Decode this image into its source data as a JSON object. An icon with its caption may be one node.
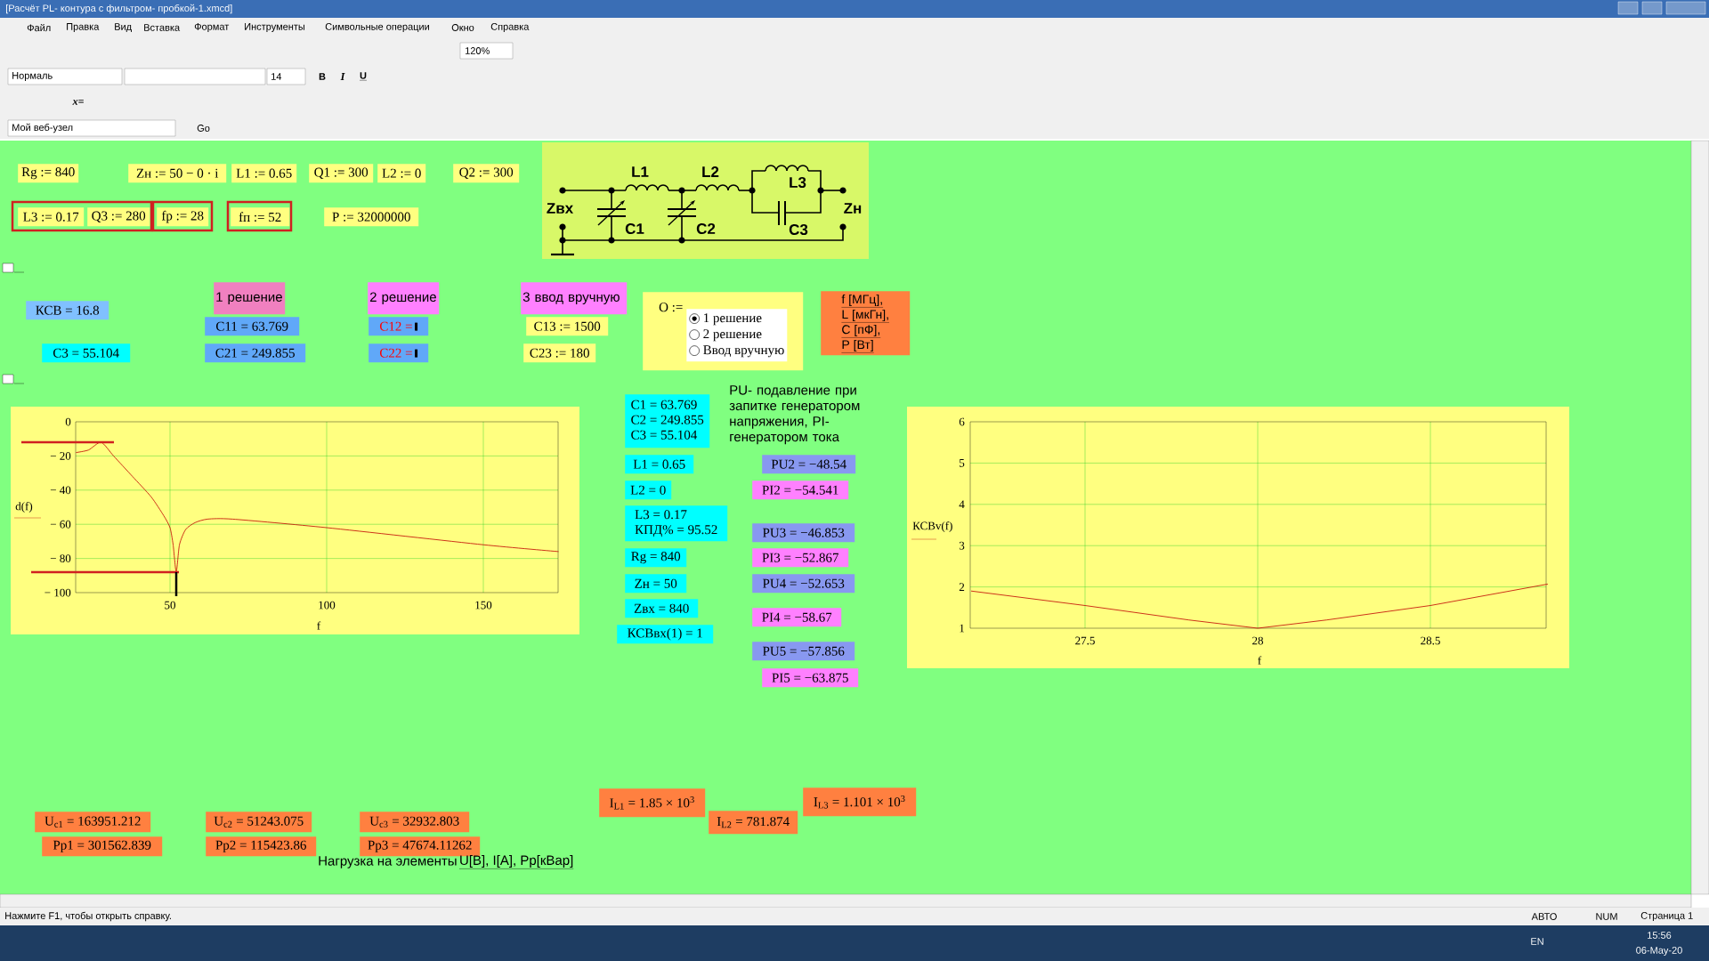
{
  "diagram": {
    "title": "[Расчёт PL- контура с фильтром- пробкой-1.xmcd]",
    "nodes": [
      {
        "text": [
          "Rg := 840"
        ]
      },
      {
        "text": [
          "Zн := 50 − 0 · i"
        ]
      },
      {
        "text": [
          "L1 := 0.65"
        ]
      },
      {
        "text": [
          "Q1 := 300"
        ]
      },
      {
        "text": [
          "L2 := 0"
        ]
      },
      {
        "text": [
          "Q2 := 300"
        ]
      },
      {
        "text": [
          "L3 := 0.17"
        ]
      },
      {
        "text": [
          "Q3 := 280"
        ]
      },
      {
        "text": [
          "fр := 28"
        ]
      },
      {
        "text": [
          "fп := 52"
        ]
      },
      {
        "text": [
          "P := 32000000"
        ]
      },
      {
        "text": [
          "КСВ = 16.8"
        ]
      },
      {
        "text": [
          "1 решение"
        ]
      },
      {
        "text": [
          "2 решение"
        ]
      },
      {
        "text": [
          "3 ввод вручную"
        ]
      },
      {
        "text": [
          "C11 = 63.769"
        ]
      },
      {
        "text": [
          "C12 ="
        ]
      },
      {
        "text": [
          "C13 := 1500"
        ]
      },
      {
        "text": [
          "C3 = 55.104"
        ]
      },
      {
        "text": [
          "C21 = 249.855"
        ]
      },
      {
        "text": [
          "C22 ="
        ]
      },
      {
        "text": [
          "C23 := 180"
        ]
      },
      {
        "text": [
          "O :=",
          "1 решение",
          "2 решение",
          "Ввод вручную"
        ]
      },
      {
        "text": [
          "f [МГц],",
          "L [мкГн],",
          "C [пФ],",
          "P [Вт]"
        ]
      },
      {
        "text": [
          "C1 = 63.769",
          "C2 = 249.855",
          "C3 = 55.104"
        ]
      },
      {
        "text": [
          "L1 = 0.65"
        ]
      },
      {
        "text": [
          "PU2 = −48.54"
        ]
      },
      {
        "text": [
          "L2 = 0"
        ]
      },
      {
        "text": [
          "PI2 = −54.541"
        ]
      },
      {
        "text": [
          "L3 = 0.17",
          "КПД% = 95.52"
        ]
      },
      {
        "text": [
          "PU3 = −46.853"
        ]
      },
      {
        "text": [
          "PI3 = −52.867"
        ]
      },
      {
        "text": [
          "Rg = 840"
        ]
      },
      {
        "text": [
          "Zн = 50"
        ]
      },
      {
        "text": [
          "PU4 = −52.653"
        ]
      },
      {
        "text": [
          "Zвх = 840"
        ]
      },
      {
        "text": [
          "КСВвх(1) = 1"
        ]
      },
      {
        "text": [
          "PI4 = −58.67"
        ]
      },
      {
        "text": [
          "PU5 = −57.856"
        ]
      },
      {
        "text": [
          "PI5 = −63.875"
        ]
      },
      {
        "text": [
          "U$_{c1}$ = 163951.212"
        ]
      },
      {
        "text": [
          "U$_{c2}$ = 51243.075"
        ]
      },
      {
        "text": [
          "U$_{c3}$ = 32932.803"
        ]
      },
      {
        "text": [
          "I$_{L1}$ = 1.85 × 10$^{3}$"
        ]
      },
      {
        "text": [
          "I$_{L2}$ = 781.874"
        ]
      },
      {
        "text": [
          "I$_{L3}$ = 1.101 × 10$^{3}$"
        ]
      },
      {
        "text": [
          "Pp1 = 301562.839"
        ]
      },
      {
        "text": [
          "Pp2 = 115423.86"
        ]
      },
      {
        "text": [
          "Pp3 = 47674.11262"
        ]
      }
    ],
    "labels": [
      "Файл",
      "Правка",
      "Вид",
      "Вставка",
      "Формат",
      "Инструменты",
      "Символьные операции",
      "Окно",
      "Справка",
      "120%",
      "Нормаль",
      "14",
      "B",
      "I",
      "U",
      "x=",
      "Мой веб-узел",
      "Go",
      "L1",
      "L2",
      "L3",
      "Zвх",
      "Zн",
      "C1",
      "C2",
      "C3",
      "PU- подавление при запитке генератором напряжения, PI- генератором тока",
      "0",
      "− 20",
      "− 40",
      "− 60",
      "− 80",
      "− 100",
      "d(f)",
      "50",
      "100",
      "150",
      "f",
      "6",
      "5",
      "4",
      "3",
      "2",
      "1",
      "КСВv(f)",
      "27.5",
      "28",
      "28.5",
      "f",
      "Нагрузка на элементы",
      "U[B], I[A], Pp[кВар]",
      "Нажмите F1, чтобы открыть справку.",
      "АВТО",
      "NUM",
      "Страница 1",
      "EN",
      "15:56",
      "06-May-20"
    ]
  }
}
